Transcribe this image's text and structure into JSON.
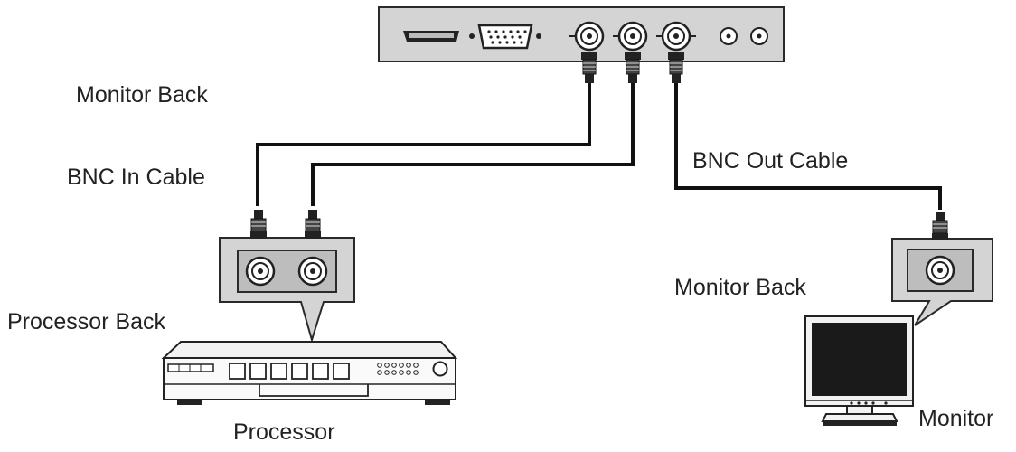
{
  "labels": {
    "monitor_back_top": "Monitor Back",
    "bnc_in_cable": "BNC In Cable",
    "bnc_out_cable": "BNC Out Cable",
    "monitor_back_right": "Monitor Back",
    "processor_back": "Processor Back",
    "processor": "Processor",
    "monitor": "Monitor"
  },
  "colors": {
    "panel_fill": "#d4d4d4",
    "panel_stroke": "#2a2a2a",
    "cable": "#111111",
    "screen": "#1a1a1a",
    "text": "#222222"
  }
}
